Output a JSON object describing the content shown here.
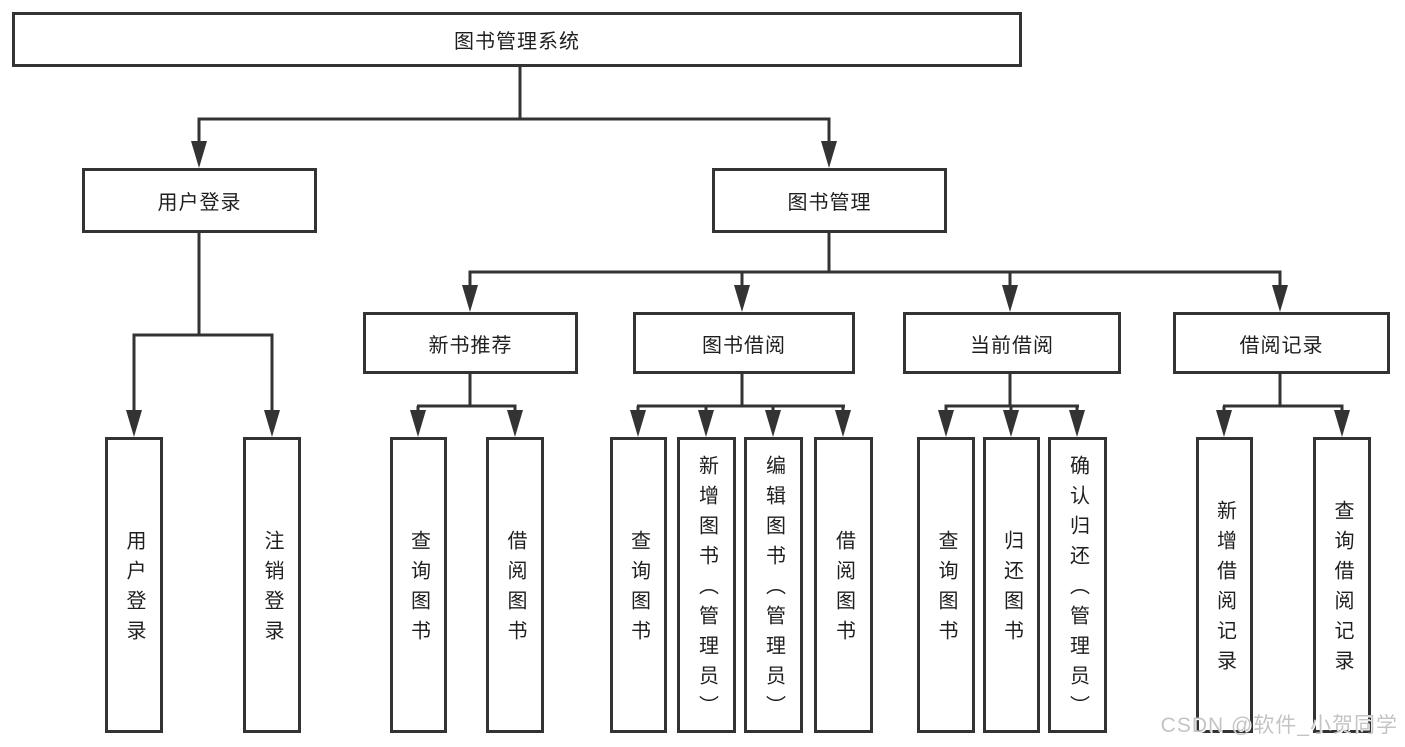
{
  "colors": {
    "line": "#333333",
    "box_border": "#333333",
    "text": "#1f1f1f",
    "watermark_text": "#c4c4c4",
    "background": "#ffffff"
  },
  "tree": {
    "root": "图书管理系统",
    "login": {
      "label": "用户登录",
      "children": [
        "用户登录",
        "注销登录"
      ]
    },
    "manage": {
      "label": "图书管理",
      "sections": [
        {
          "label": "新书推荐",
          "children": [
            "查询图书",
            "借阅图书"
          ]
        },
        {
          "label": "图书借阅",
          "children": [
            "查询图书",
            "新增图书（管理员）",
            "编辑图书（管理员）",
            "借阅图书"
          ]
        },
        {
          "label": "当前借阅",
          "children": [
            "查询图书",
            "归还图书",
            "确认归还（管理员）"
          ]
        },
        {
          "label": "借阅记录",
          "children": [
            "新增借阅记录",
            "查询借阅记录"
          ]
        }
      ]
    }
  },
  "watermark": "CSDN @软件_小贺同学"
}
